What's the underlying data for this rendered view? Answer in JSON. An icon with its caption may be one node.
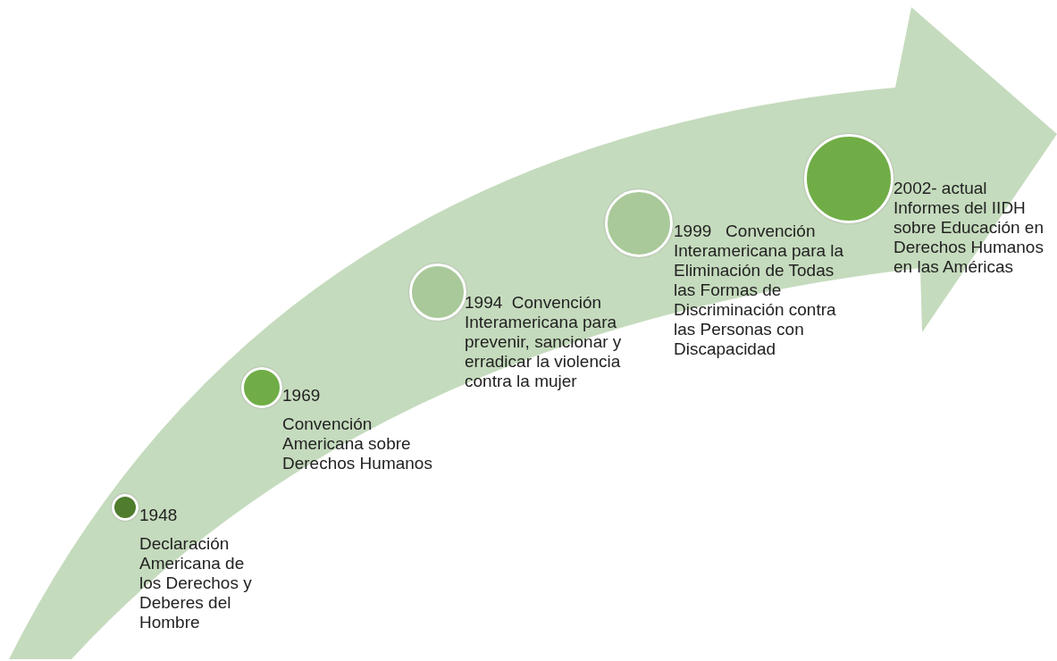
{
  "diagram": {
    "nodes": [
      {
        "text": [],
        "shape": "circle",
        "beside": [
          "1948",
          "Declaración Americana de los Derechos y Deberes del Hombre"
        ]
      },
      {
        "text": [],
        "shape": "circle",
        "beside": [
          "1969",
          "Convención Americana sobre Derechos Humanos"
        ]
      },
      {
        "text": [],
        "shape": "circle",
        "beside": [
          "1994  Convención Interamericana para prevenir, sancionar y erradicar la violencia contra la mujer"
        ]
      },
      {
        "text": [],
        "shape": "circle",
        "beside": [
          "1999   Convención Interamericana para la Eliminación de Todas las Formas de Discriminación contra las Personas con Discapacidad"
        ]
      },
      {
        "text": [],
        "shape": "circle",
        "beside": [
          "2002- actual Informes del IIDH sobre Educación en Derechos Humanos en las Américas"
        ]
      }
    ]
  }
}
